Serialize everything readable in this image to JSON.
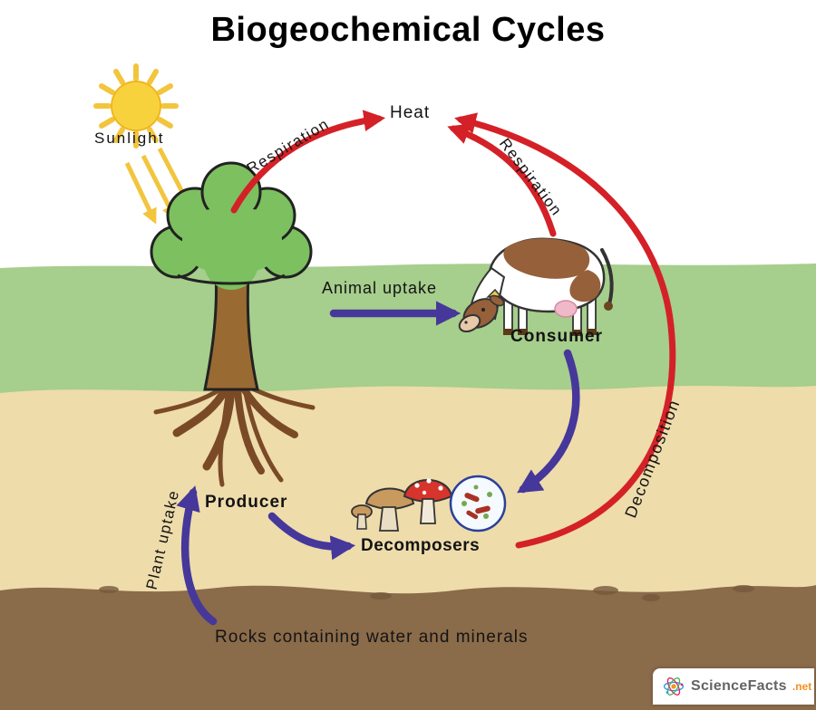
{
  "title": "Biogeochemical Cycles",
  "labels": {
    "sunlight": "Sunlight",
    "heat": "Heat",
    "respiration_left": "Respiration",
    "respiration_right": "Respiration",
    "animal_uptake": "Animal uptake",
    "consumer": "Consumer",
    "producer": "Producer",
    "decomposers": "Decomposers",
    "decomposition": "Decomposition",
    "plant_uptake": "Plant uptake",
    "rocks": "Rocks containing water and minerals"
  },
  "logo": {
    "name": "ScienceFacts",
    "tld": ".net"
  },
  "icons": {
    "sun": "sun-icon",
    "tree": "tree-producer-icon",
    "cow": "cow-consumer-icon",
    "mushrooms": "mushrooms-icon",
    "microbes": "microbes-dish-icon",
    "atom": "atom-logo-icon"
  },
  "colors": {
    "arrow_cycle": "#d42127",
    "arrow_transfer": "#46379b",
    "sun": "#f8d23c",
    "sun_ray": "#f2c53d",
    "grass": "#a6ce8c",
    "soil": "#eedcab",
    "deep_soil": "#8a6b4a",
    "logo_accent": "#f59120"
  }
}
